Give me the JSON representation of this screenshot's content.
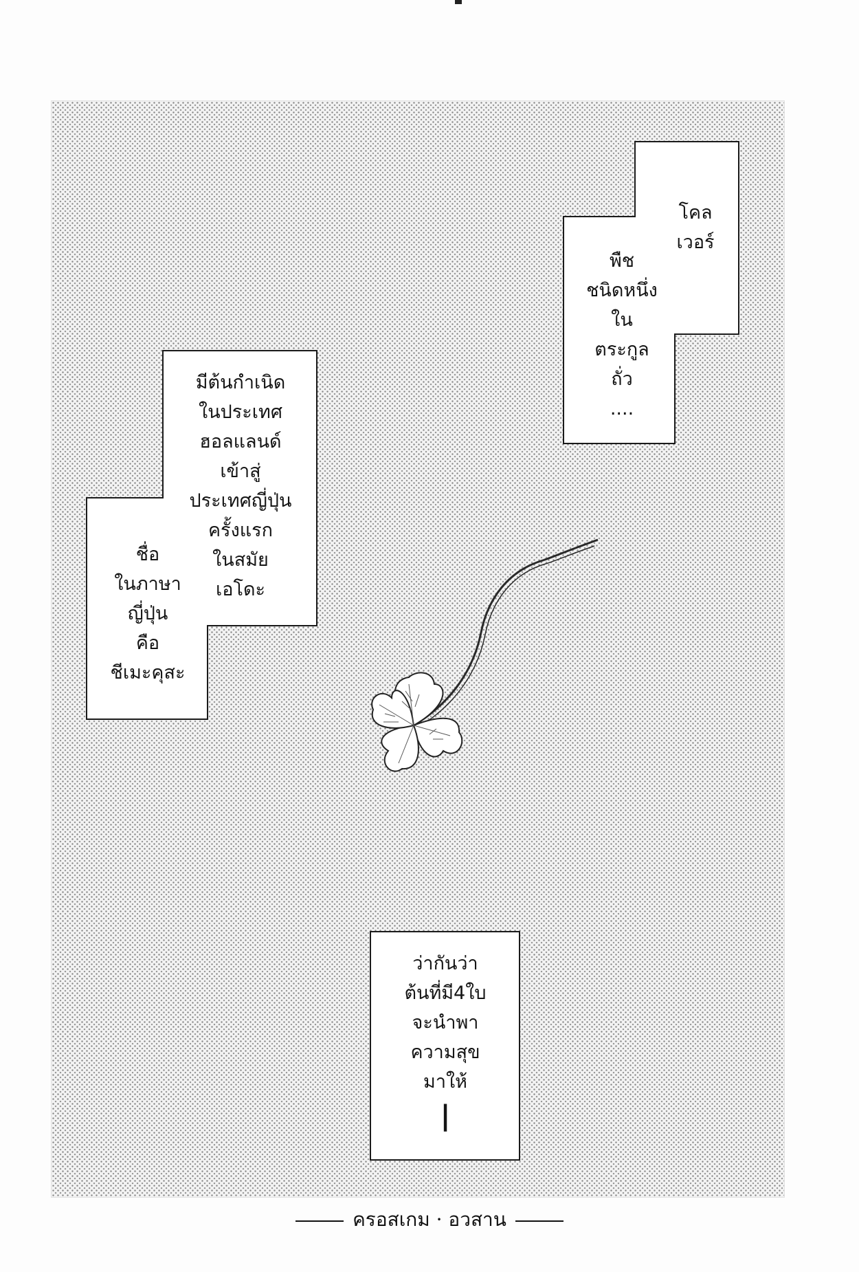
{
  "captions": {
    "clover_name": [
      "โคล",
      "เวอร์"
    ],
    "plant_type": [
      "พืช",
      "ชนิดหนึ่ง",
      "ใน",
      "ตระกูล",
      "ถั่ว",
      "...."
    ],
    "origin": [
      "มีต้นกำเนิด",
      "ในประเทศ",
      "ฮอลแลนด์",
      "เข้าสู่",
      "ประเทศญี่ปุ่น",
      "ครั้งแรก",
      "ในสมัย",
      "เอโดะ"
    ],
    "japanese_name": [
      "ชื่อ",
      "ในภาษา",
      "ญี่ปุ่น",
      "คือ",
      "ชีเมะคุสะ"
    ],
    "luck": [
      "ว่ากันว่า",
      "ต้นที่มี4ใบ",
      "จะนำพา",
      "ความสุข",
      "มาให้",
      "|"
    ]
  },
  "footer": {
    "title": "ครอสเกม · อวสาน"
  }
}
